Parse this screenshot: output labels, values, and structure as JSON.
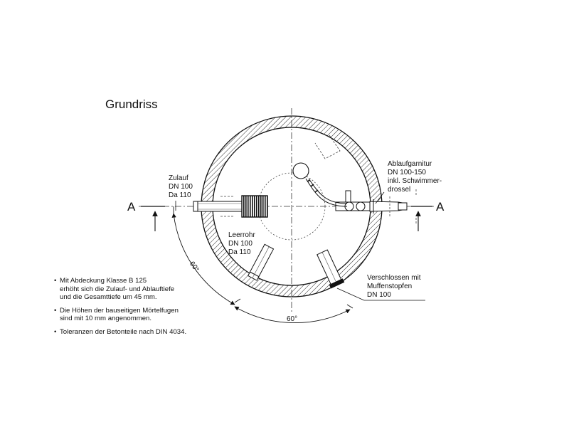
{
  "title": "Grundriss",
  "section_marker": "A",
  "labels": {
    "zulauf": [
      "Zulauf",
      "DN 100",
      "Da 110"
    ],
    "ablauf": [
      "Ablaufgarnitur",
      "DN 100-150",
      "inkl. Schwimmer-",
      "drossel"
    ],
    "leerrohr": [
      "Leerrohr",
      "DN 100",
      "Da 110"
    ],
    "verschlossen": [
      "Verschlossen mit",
      "Muffenstopfen",
      "DN 100"
    ],
    "angle_left": "60°",
    "angle_bottom": "60°"
  },
  "notes": [
    [
      "Mit Abdeckung Klasse B 125",
      "erhöht sich die Zulauf- und Ablauftiefe",
      "und die Gesamttiefe um 45 mm."
    ],
    [
      "Die Höhen der bauseitigen Mörtelfugen",
      "sind mit 10 mm angenommen."
    ],
    [
      "Toleranzen der Betonteile nach DIN 4034."
    ]
  ]
}
